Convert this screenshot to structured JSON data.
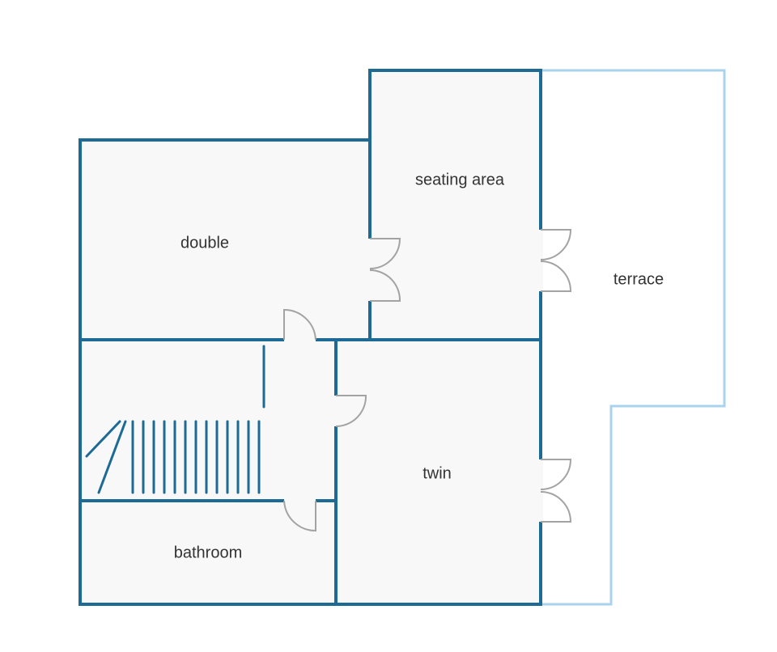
{
  "rooms": {
    "double": "double",
    "seating_area": "seating area",
    "terrace": "terrace",
    "twin": "twin",
    "bathroom": "bathroom"
  },
  "colors": {
    "wall": "#1d6a95",
    "terrace_outline": "#a9d3ec",
    "room_fill": "#f8f8f8",
    "door": "#a3a3a3",
    "label": "#333333"
  }
}
